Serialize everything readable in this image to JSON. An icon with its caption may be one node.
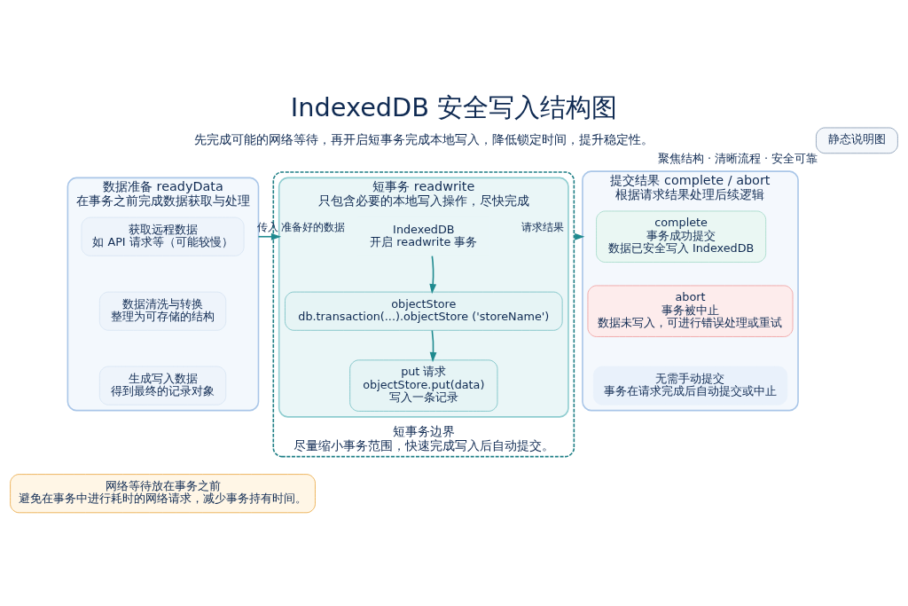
{
  "diagram": {
    "title": "IndexedDB 安全写入结构图",
    "nodes": [
      {
        "text": [
          "数据准备 readyData",
          "在事务之前完成数据获取与处理"
        ]
      },
      {
        "text": [
          "获取远程数据",
          "如 API 请求等（可能较慢）"
        ],
        "in": 0
      },
      {
        "text": [
          "数据清洗与转换",
          "整理为可存储的结构"
        ],
        "in": 0
      },
      {
        "text": [
          "生成写入数据",
          "得到最终的记录对象"
        ],
        "in": 0
      },
      {
        "text": [
          "网络等待放在事务之前",
          "避免在事务中进行耗时的网络请求，减少事务持有时间。"
        ]
      },
      {
        "text": [
          "短事务边界"
        ],
        "beside": [
          "尽量缩小事务范围，快速完成写入后自动提交。"
        ]
      },
      {
        "text": [
          "短事务 readwrite",
          "只包含必要的本地写入操作，尽快完成"
        ],
        "in": 5
      },
      {
        "text": [
          "IndexedDB",
          "开启 readwrite 事务"
        ],
        "in": 6
      },
      {
        "text": [
          "objectStore",
          "db.transaction(...).objectStore ('storeName')"
        ],
        "in": 6
      },
      {
        "text": [
          "put 请求",
          "objectStore.put(data)",
          "写入一条记录"
        ],
        "in": 6
      },
      {
        "text": [
          "提交结果 complete / abort",
          "根据请求结果处理后续逻辑"
        ]
      },
      {
        "text": [
          "complete",
          "事务成功提交",
          "数据已安全写入 IndexedDB"
        ],
        "in": 10
      },
      {
        "text": [
          "abort",
          "事务被中止",
          "数据未写入，可进行错误处理或重试"
        ],
        "in": 10
      },
      {
        "text": [
          "无需手动提交",
          "事务在请求完成后自动提交或中止"
        ],
        "in": 10
      },
      {
        "text": [
          "静态说明图"
        ],
        "beside": [
          "聚焦结构 · 清晰流程 · 安全可靠"
        ]
      }
    ],
    "edges": [
      {
        "from": 0,
        "to": 6,
        "arrow": "to",
        "label": "传入 准备好的数据"
      },
      {
        "from": 7,
        "to": 8,
        "arrow": "to"
      },
      {
        "from": 8,
        "to": 9,
        "arrow": "to"
      },
      {
        "from": 5,
        "to": 10,
        "arrow": "to",
        "label": "请求结果"
      }
    ],
    "labels": [
      "先完成可能的网络等待，再开启短事务完成本地写入，降低锁定时间，提升稳定性。"
    ]
  }
}
